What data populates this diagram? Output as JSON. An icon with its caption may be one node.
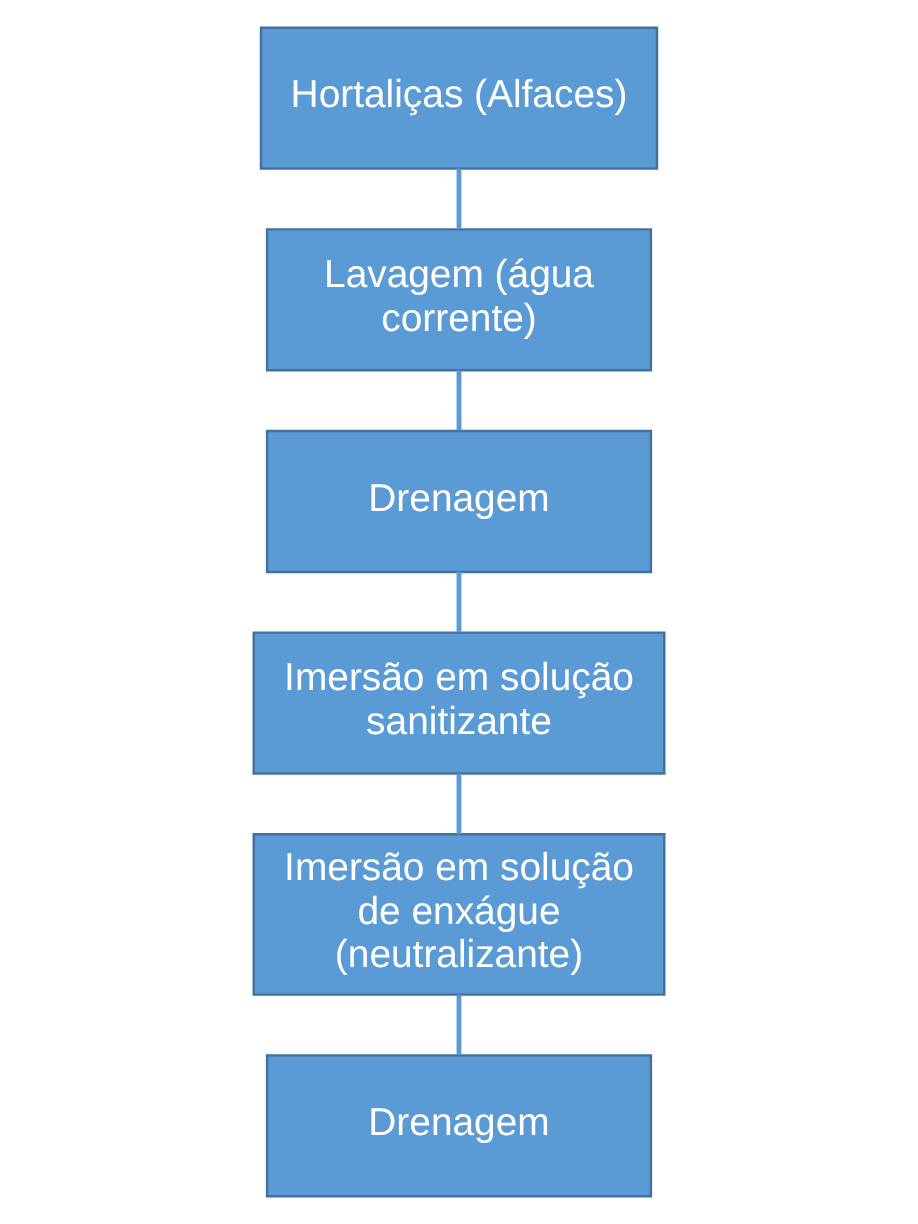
{
  "diagram": {
    "nodes": [
      {
        "text": [
          "Hortaliças (Alfaces)"
        ]
      },
      {
        "text": [
          "Lavagem (água corrente)"
        ]
      },
      {
        "text": [
          "Drenagem"
        ]
      },
      {
        "text": [
          "Imersão em solução sanitizante"
        ]
      },
      {
        "text": [
          "Imersão em solução de enxágue (neutralizante)"
        ]
      },
      {
        "text": [
          "Drenagem"
        ]
      }
    ],
    "edges": [
      {
        "from": 0,
        "to": 1,
        "arrow": "none"
      },
      {
        "from": 1,
        "to": 2,
        "arrow": "none"
      },
      {
        "from": 2,
        "to": 3,
        "arrow": "none"
      },
      {
        "from": 3,
        "to": 4,
        "arrow": "none"
      },
      {
        "from": 4,
        "to": 5,
        "arrow": "none"
      }
    ]
  }
}
